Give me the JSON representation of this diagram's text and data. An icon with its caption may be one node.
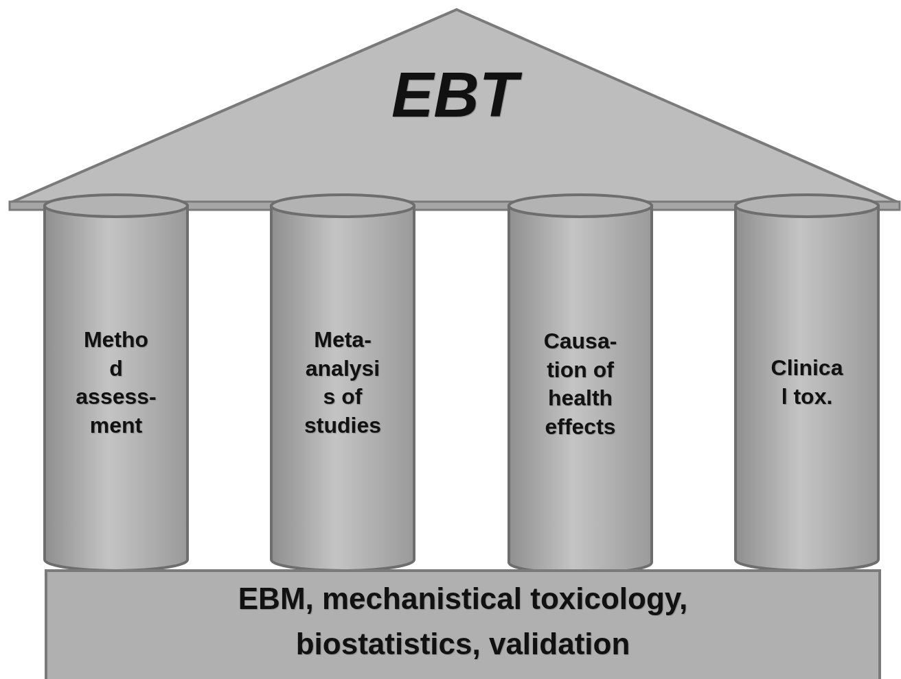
{
  "diagram": {
    "nodes": [
      {
        "text": [
          "EBT"
        ]
      },
      {
        "text": [
          "Metho d assess- ment"
        ]
      },
      {
        "text": [
          "Meta- analysi s of studies"
        ]
      },
      {
        "text": [
          "Causa- tion of health effects"
        ]
      },
      {
        "text": [
          "Clinica l tox."
        ]
      },
      {
        "text": [
          "EBM, mechanistical toxicology, biostatistics, validation"
        ]
      }
    ],
    "edges": []
  }
}
